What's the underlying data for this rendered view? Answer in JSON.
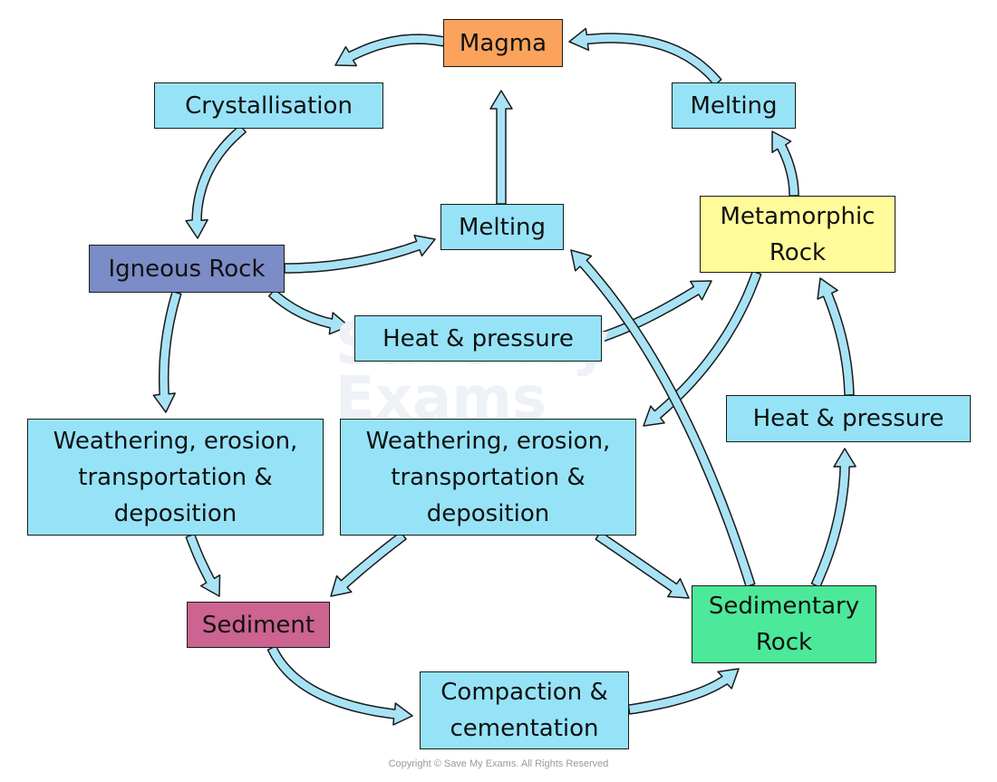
{
  "colors": {
    "process": "#96e3f8",
    "magma": "#fba35c",
    "igneous": "#7b8cc6",
    "metamorphic": "#fffa9a",
    "sedimentary": "#4ce99a",
    "sediment": "#cc6390",
    "arrow_fill": "#a8e3f5",
    "arrow_stroke": "#1a1a1a"
  },
  "nodes": {
    "magma": {
      "label": "Magma"
    },
    "crystallisation": {
      "label": "Crystallisation"
    },
    "melting_top": {
      "label": "Melting"
    },
    "melting_center": {
      "label": "Melting"
    },
    "igneous_rock": {
      "label": "Igneous Rock"
    },
    "metamorphic_rock": {
      "label": "Metamorphic\nRock"
    },
    "heat_pressure_center": {
      "label": "Heat & pressure"
    },
    "heat_pressure_right": {
      "label": "Heat & pressure"
    },
    "weathering_left": {
      "label": "Weathering, erosion,\ntransportation &\ndeposition"
    },
    "weathering_center": {
      "label": "Weathering, erosion,\ntransportation &\ndeposition"
    },
    "sediment": {
      "label": "Sediment"
    },
    "sedimentary_rock": {
      "label": "Sedimentary\nRock"
    },
    "compaction": {
      "label": "Compaction &\ncementation"
    }
  },
  "watermark": "Save My\nExams",
  "copyright": "Copyright © Save My Exams. All Rights Reserved"
}
